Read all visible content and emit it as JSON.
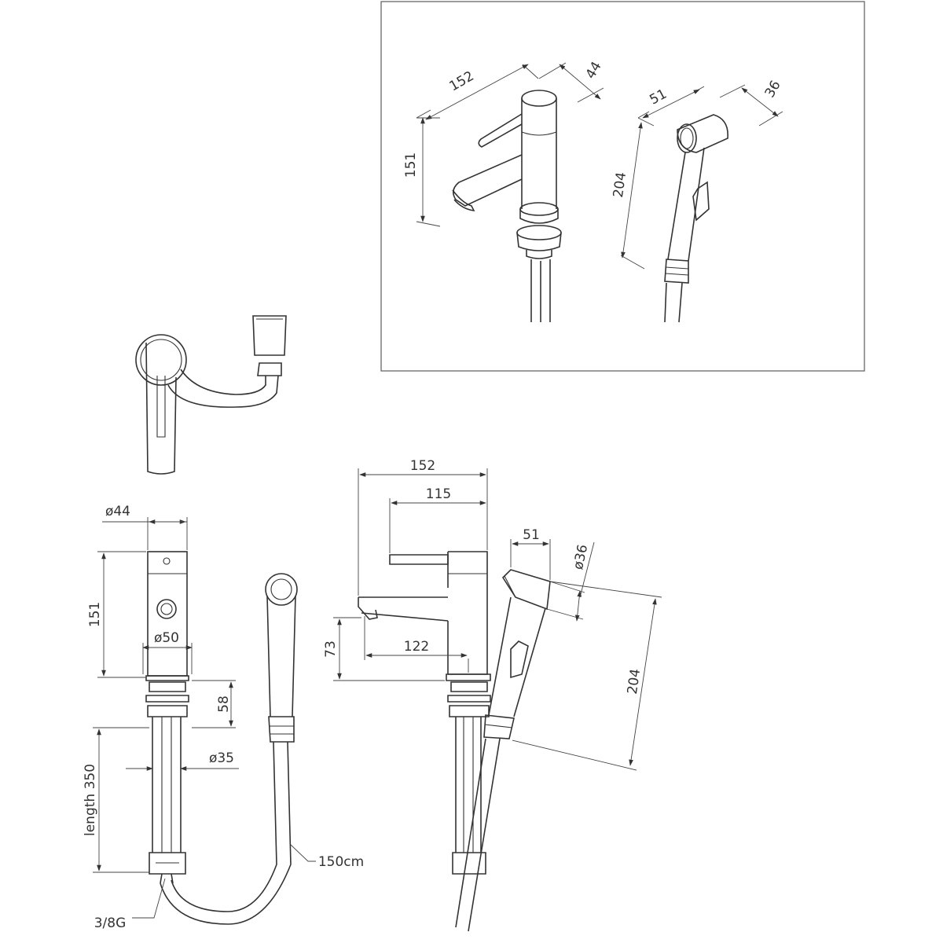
{
  "inset": {
    "faucet": {
      "width": "152",
      "depth": "44",
      "height": "151"
    },
    "sprayer": {
      "width": "51",
      "depth": "36",
      "height": "204"
    }
  },
  "front": {
    "top_diameter": "ø44",
    "body_height": "151",
    "base_diameter": "ø50",
    "shank_height": "58",
    "shank_diameter": "ø35",
    "hose_length_label": "length  350",
    "connector": "3/8G",
    "shower_hose": "150cm"
  },
  "side": {
    "overall_width": "152",
    "lever_width": "115",
    "spout_reach": "122",
    "spout_height": "73",
    "handset_depth": "51",
    "handset_diameter": "ø36",
    "handset_length": "204"
  }
}
